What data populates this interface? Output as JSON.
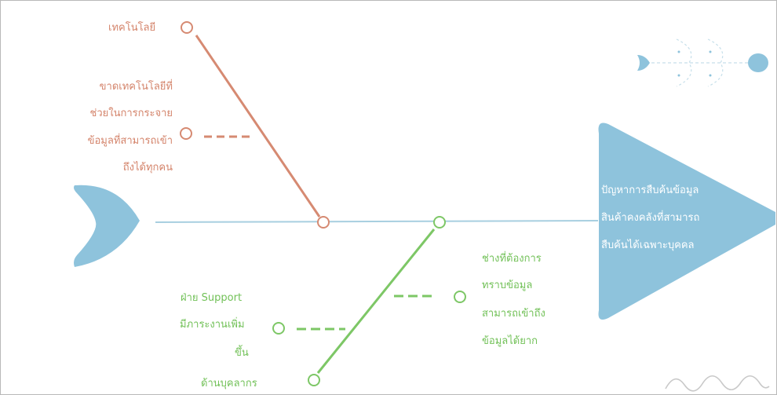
{
  "head": {
    "lines": [
      "ปัญหาการสืบค้นข้อมูล",
      "สินค้าคงคลังที่สามารถ",
      "สืบค้นได้เฉพาะบุคคล"
    ]
  },
  "technology": {
    "title": "เทคโนโลยี",
    "cause_lines": [
      "ขาดเทคโนโลยีที่",
      "ช่วยในการกระจาย",
      "ข้อมูลที่สามารถเข้า",
      "ถึงได้ทุกคน"
    ]
  },
  "personnel": {
    "title": "ด้านบุคลากร",
    "cause_left_lines": [
      "ฝ่าย Support",
      "มีภาระงานเพิ่ม",
      "ขึ้น"
    ],
    "cause_right_lines": [
      "ช่างที่ต้องการ",
      "ทราบข้อมูล",
      "สามารถเข้าถึง",
      "ข้อมูลได้ยาก"
    ]
  },
  "colors": {
    "spine": "#a8cfe0",
    "head": "#8ec3dc",
    "technology": "#d68a72",
    "personnel": "#7dc766"
  }
}
